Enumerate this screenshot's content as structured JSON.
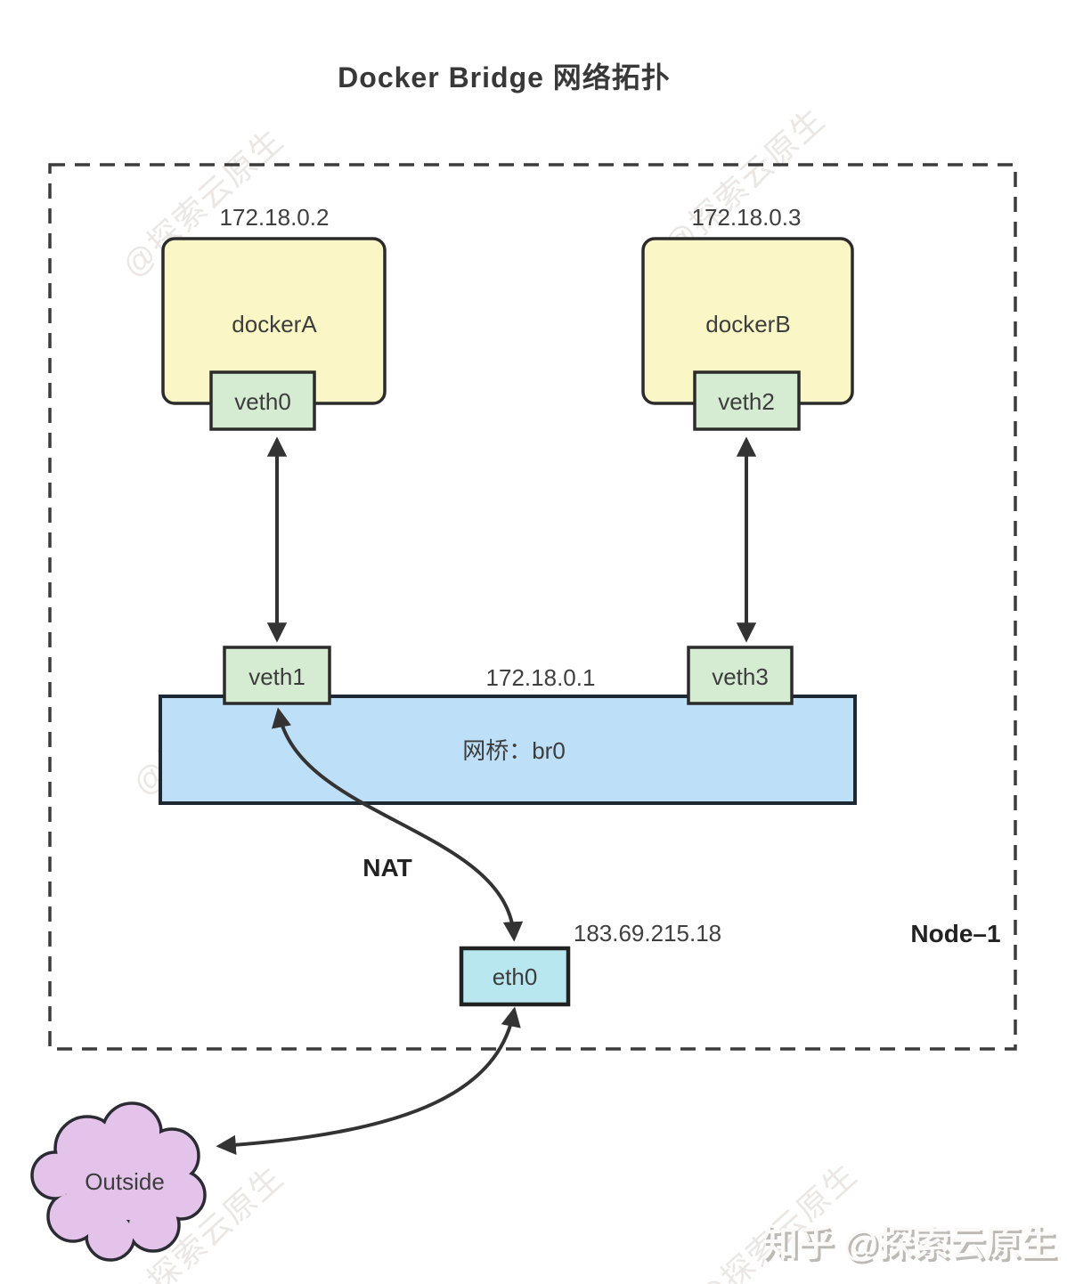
{
  "title": "Docker Bridge 网络拓扑",
  "node": {
    "label": "Node–1"
  },
  "containers": [
    {
      "name": "dockerA",
      "ip": "172.18.0.2",
      "veth_top": "veth0",
      "veth_bottom": "veth1"
    },
    {
      "name": "dockerB",
      "ip": "172.18.0.3",
      "veth_top": "veth2",
      "veth_bottom": "veth3"
    }
  ],
  "bridge": {
    "label": "网桥：br0",
    "ip": "172.18.0.1"
  },
  "eth": {
    "label": "eth0",
    "ip": "183.69.215.18"
  },
  "nat": {
    "label": "NAT"
  },
  "outside": {
    "label": "Outside"
  },
  "watermark": {
    "text": "@探索云原生",
    "zhihu": "知乎 @探索云原生"
  },
  "colors": {
    "container_fill": "#fbf6c5",
    "veth_fill": "#d5ebd2",
    "bridge_fill": "#bddff7",
    "eth_fill": "#b9e7f0",
    "cloud_fill": "#e3c3e9",
    "stroke_dark": "#2b2b2b",
    "arrow": "#333333"
  }
}
